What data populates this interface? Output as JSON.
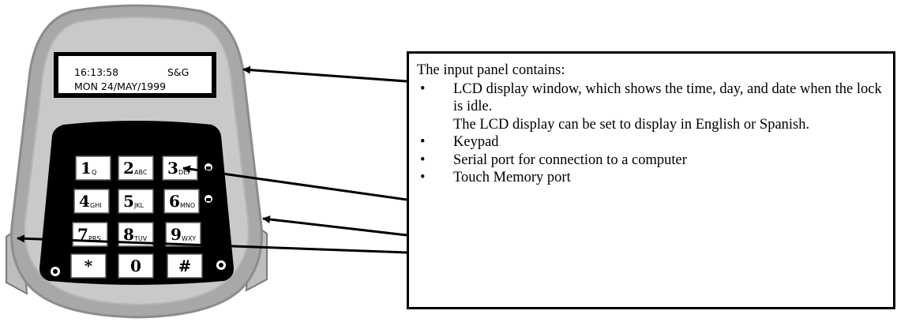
{
  "lcd": {
    "line1_left": "16:13:58",
    "line1_right": "S&G",
    "line2": "MON  24/MAY/1999"
  },
  "keypad": {
    "keys": [
      {
        "num": "1",
        "sub": "Q"
      },
      {
        "num": "2",
        "sub": "ABC"
      },
      {
        "num": "3",
        "sub": "DEF"
      },
      {
        "num": "4",
        "sub": "GHI"
      },
      {
        "num": "5",
        "sub": "JKL"
      },
      {
        "num": "6",
        "sub": "MNO"
      },
      {
        "num": "7",
        "sub": "PRS"
      },
      {
        "num": "8",
        "sub": "TUV"
      },
      {
        "num": "9",
        "sub": "WXY"
      },
      {
        "num": "*",
        "sub": ""
      },
      {
        "num": "0",
        "sub": ""
      },
      {
        "num": "#",
        "sub": ""
      }
    ]
  },
  "callout": {
    "heading": "The input panel contains:",
    "bullet_glyph": "•",
    "items": [
      {
        "text": "LCD display window, which shows the time, day, and date when the lock is idle.",
        "note": "The LCD display can be set to display in English or Spanish."
      },
      {
        "text": "Keypad"
      },
      {
        "text": "Serial port for connection to a computer"
      },
      {
        "text": "Touch Memory port"
      }
    ]
  },
  "colors": {
    "housing": "#a8a8a8",
    "housing_edge": "#8c8c8c",
    "keypad_bg": "#000000",
    "key_face": "#ffffff"
  }
}
